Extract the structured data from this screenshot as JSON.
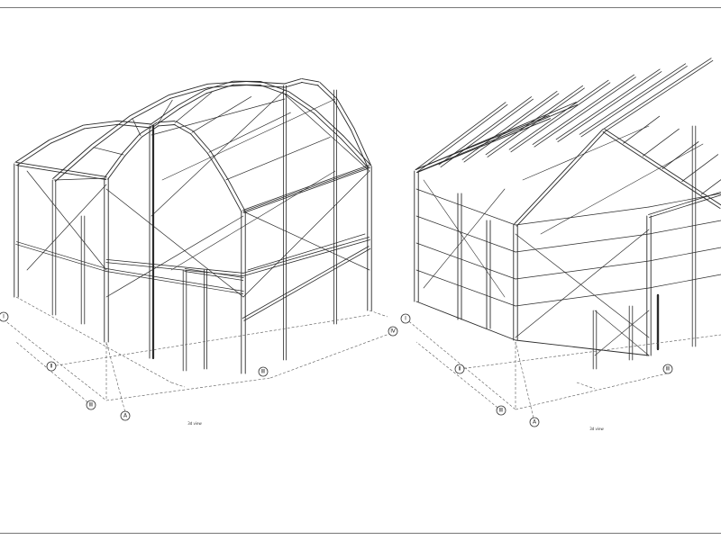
{
  "sheet": {
    "line_color": "#2b2b2b",
    "paper_color": "#ffffff"
  },
  "view_left": {
    "grid_bubbles": [
      {
        "name": "grid-bubble-left-1",
        "label": "Ⅰ"
      },
      {
        "name": "grid-bubble-left-2",
        "label": "Ⅱ"
      },
      {
        "name": "grid-bubble-left-3",
        "label": "Ⅲ"
      },
      {
        "name": "grid-bubble-left-a",
        "label": "A"
      },
      {
        "name": "grid-bubble-left-4",
        "label": "Ⅲ"
      },
      {
        "name": "grid-bubble-left-5",
        "label": "Ⅳ"
      }
    ],
    "caption": "3d view"
  },
  "view_right": {
    "grid_bubbles": [
      {
        "name": "grid-bubble-right-1",
        "label": "Ⅰ"
      },
      {
        "name": "grid-bubble-right-2",
        "label": "Ⅱ"
      },
      {
        "name": "grid-bubble-right-3",
        "label": "Ⅲ"
      },
      {
        "name": "grid-bubble-right-a",
        "label": "A"
      },
      {
        "name": "grid-bubble-right-4",
        "label": "Ⅲ"
      }
    ],
    "caption": "3d view"
  }
}
